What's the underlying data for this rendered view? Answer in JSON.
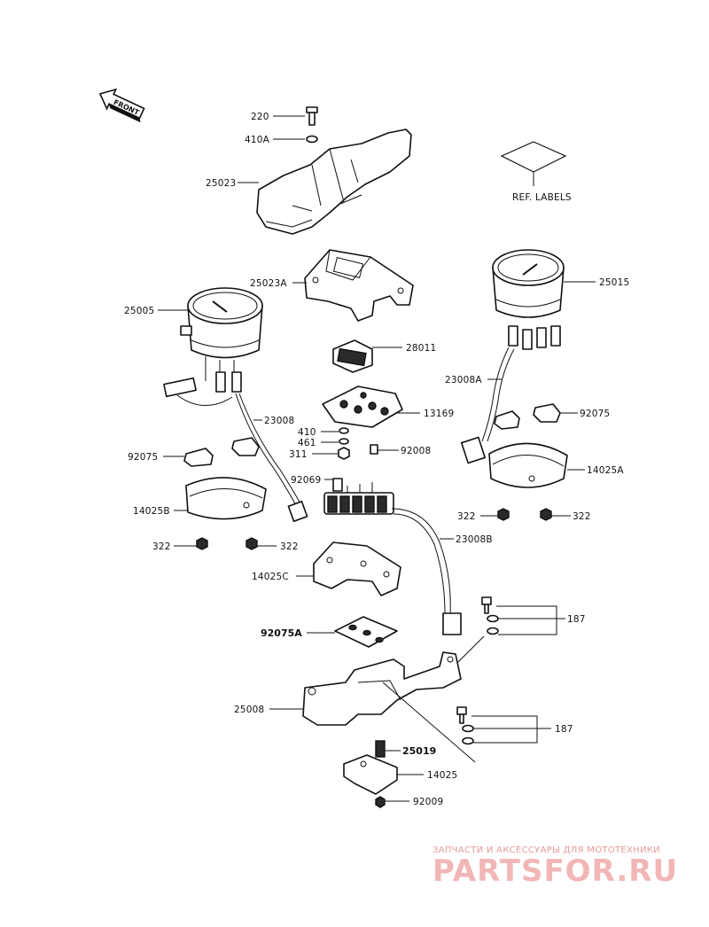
{
  "diagram": {
    "direction_label": "FRONT",
    "ref_labels": "REF. LABELS",
    "parts": [
      {
        "id": "p-220",
        "number": "220"
      },
      {
        "id": "p-410a",
        "number": "410A"
      },
      {
        "id": "p-25023",
        "number": "25023"
      },
      {
        "id": "p-25023a",
        "number": "25023A"
      },
      {
        "id": "p-25005",
        "number": "25005"
      },
      {
        "id": "p-28011",
        "number": "28011"
      },
      {
        "id": "p-25015",
        "number": "25015"
      },
      {
        "id": "p-23008a",
        "number": "23008A"
      },
      {
        "id": "p-23008",
        "number": "23008"
      },
      {
        "id": "p-13169",
        "number": "13169"
      },
      {
        "id": "p-92075-right",
        "number": "92075"
      },
      {
        "id": "p-410",
        "number": "410"
      },
      {
        "id": "p-461",
        "number": "461"
      },
      {
        "id": "p-311",
        "number": "311"
      },
      {
        "id": "p-92008",
        "number": "92008"
      },
      {
        "id": "p-92075-left",
        "number": "92075"
      },
      {
        "id": "p-14025a",
        "number": "14025A"
      },
      {
        "id": "p-92069",
        "number": "92069"
      },
      {
        "id": "p-14025b",
        "number": "14025B"
      },
      {
        "id": "p-322-right-l",
        "number": "322"
      },
      {
        "id": "p-322-right-r",
        "number": "322"
      },
      {
        "id": "p-23008b",
        "number": "23008B"
      },
      {
        "id": "p-322-left-l",
        "number": "322"
      },
      {
        "id": "p-322-left-r",
        "number": "322"
      },
      {
        "id": "p-14025c",
        "number": "14025C"
      },
      {
        "id": "p-187-top",
        "number": "187"
      },
      {
        "id": "p-92075a",
        "number": "92075A"
      },
      {
        "id": "p-25008",
        "number": "25008"
      },
      {
        "id": "p-187-bottom",
        "number": "187"
      },
      {
        "id": "p-25019",
        "number": "25019"
      },
      {
        "id": "p-14025",
        "number": "14025"
      },
      {
        "id": "p-92009",
        "number": "92009"
      }
    ]
  },
  "watermark": {
    "tagline": "ЗАПЧАСТИ И АКСЕССУАРЫ ДЛЯ МОТОТЕХНИКИ",
    "brand": "PARTSFOR.RU",
    "color": "#f2b6b6"
  }
}
